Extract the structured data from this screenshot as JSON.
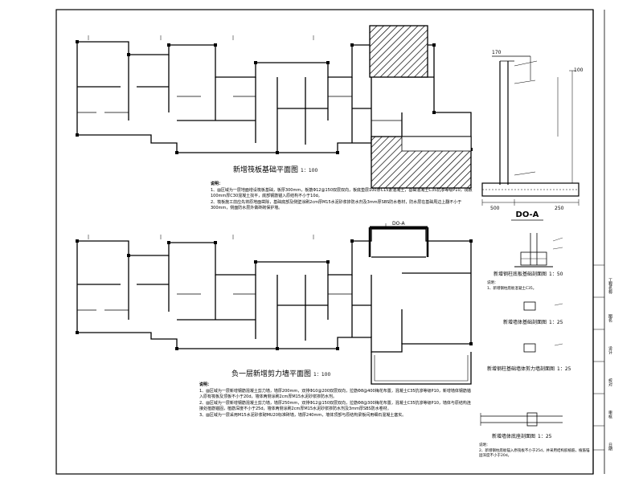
{
  "drawings": {
    "plan1": {
      "title": "新增筏板基础平面图",
      "scale": "1：100"
    },
    "plan2": {
      "title": "负一层新增剪力墙平面图",
      "scale": "1：100",
      "section_tag": "DO-A"
    },
    "section_a": {
      "title": "DO-A"
    }
  },
  "notes1": {
    "heading": "说明：",
    "items": [
      "1、▨区域为一层地面增设筏板基础，板厚300mm，板筋Φ12@150双层双向，板底垫层100厚C15素混凝土，基础混凝土C35抗渗等级P10，筏板100mm厚C30混凝土找平，底部钢筋锚入原结构不小于10d。",
      "2、筏板施工前应先将原地面凿除，基础底部及侧壁涂刷2cm厚M15水泥砂浆掺防水剂及3mm厚SBS防水卷材，防水层在基础周边上翻不小于300mm，侧面防水层外做砖砌保护墙。"
    ]
  },
  "notes2": {
    "heading": "说明：",
    "items": [
      "1、▨区域为一层新增钢筋混凝土剪力墙，墙厚200mm，双排Φ10@200双层双向，拉筋Φ8@400梅花布置，混凝土C35抗渗等级P10，新增墙体钢筋锚入原有筏板及顶板不小于20d，墙体两侧涂刷2cm厚M15水泥砂浆掺防水剂。",
      "2、▨区域为一层新增钢筋混凝土剪力墙，墙厚250mm，双排Φ12@150双层双向，拉筋Φ8@300梅花布置，混凝土C35抗渗等级P10，墙体与原结构连接处植筋锚固，植筋深度不小于25d，墙体两侧涂刷2cm厚M15水泥砂浆掺防水剂及3mm厚SBS防水卷材。",
      "3、▨区域为一层采用M15水泥砂浆砌MU20标准砖墙，墙厚240mm，墙体顶部与原结构梁板间用细石混凝土塞实。"
    ]
  },
  "details": [
    {
      "title": "新增钢柱底板基础剖面图",
      "scale": "1：50"
    },
    {
      "title": "新增墙体基础剖面图",
      "scale": "1：25"
    },
    {
      "title": "新增钢柱基础墙体剪力墙剖面图",
      "scale": "1：25"
    },
    {
      "title": "新增墙体底座剖面图",
      "scale": "1：25"
    }
  ],
  "notes3": {
    "heading": "说明：",
    "items": [
      "1、新增钢柱底板混凝土C35。",
      "2、新增钢柱底板锚入原筏板不小于25d，并采用结构胶植筋，植筋锚固深度不小于20d。"
    ]
  },
  "section_labels": [
    "500",
    "170",
    "250",
    "100"
  ],
  "title_block": {
    "cells": [
      "工程名称",
      "图名",
      "设计",
      "校对",
      "审核",
      "日期"
    ]
  }
}
